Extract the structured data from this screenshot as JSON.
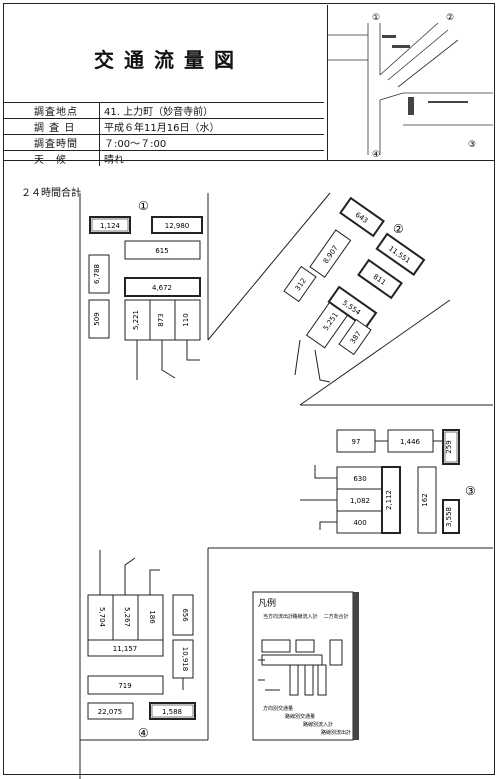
{
  "title": "交通流量図",
  "info": [
    {
      "label": "調査地点",
      "value": "41. 上力町（妙音寺前）"
    },
    {
      "label": "調 査 日",
      "value": "平成６年11月16日（水）"
    },
    {
      "label": "調査時間",
      "value": "７:00～７:00"
    },
    {
      "label": "天　候",
      "value": "晴れ"
    }
  ],
  "map": {
    "markers": [
      "①",
      "②",
      "③",
      "④"
    ]
  },
  "section_label": "２４時間合計",
  "approach1": {
    "marker": "①",
    "in_total": "12,980",
    "in_total_double": "1,124",
    "out_total": "6,788",
    "box_615": "615",
    "box_4672": "4,672",
    "box_509": "509",
    "vert": [
      "5,221",
      "873",
      "110"
    ]
  },
  "approach2": {
    "marker": "②",
    "box_643": "643",
    "box_11551": "11,551",
    "box_8907": "8,907",
    "box_312": "312",
    "box_811": "811",
    "box_5251": "5,251",
    "box_5554": "5,554",
    "box_387": "387"
  },
  "approach3": {
    "marker": "③",
    "box_97": "97",
    "box_1446": "1,446",
    "box_259": "259",
    "rows": [
      "630",
      "1,082",
      "400"
    ],
    "box_2112": "2,112",
    "box_162": "162",
    "box_3558": "3,558"
  },
  "approach4": {
    "marker": "④",
    "vert": [
      "5,704",
      "5,267",
      "186"
    ],
    "box_11157": "11,157",
    "box_656": "656",
    "box_10918": "10,918",
    "box_719": "719",
    "box_22075": "22,075",
    "box_1588": "1,588"
  },
  "legend": {
    "title": "凡例",
    "col_labels": [
      "当方向流出計",
      "路線流入計",
      "二方向合計"
    ],
    "bottom_labels": [
      "方向別交通量",
      "路線別交通量",
      "路線別流入計",
      "路線別流出計"
    ]
  }
}
